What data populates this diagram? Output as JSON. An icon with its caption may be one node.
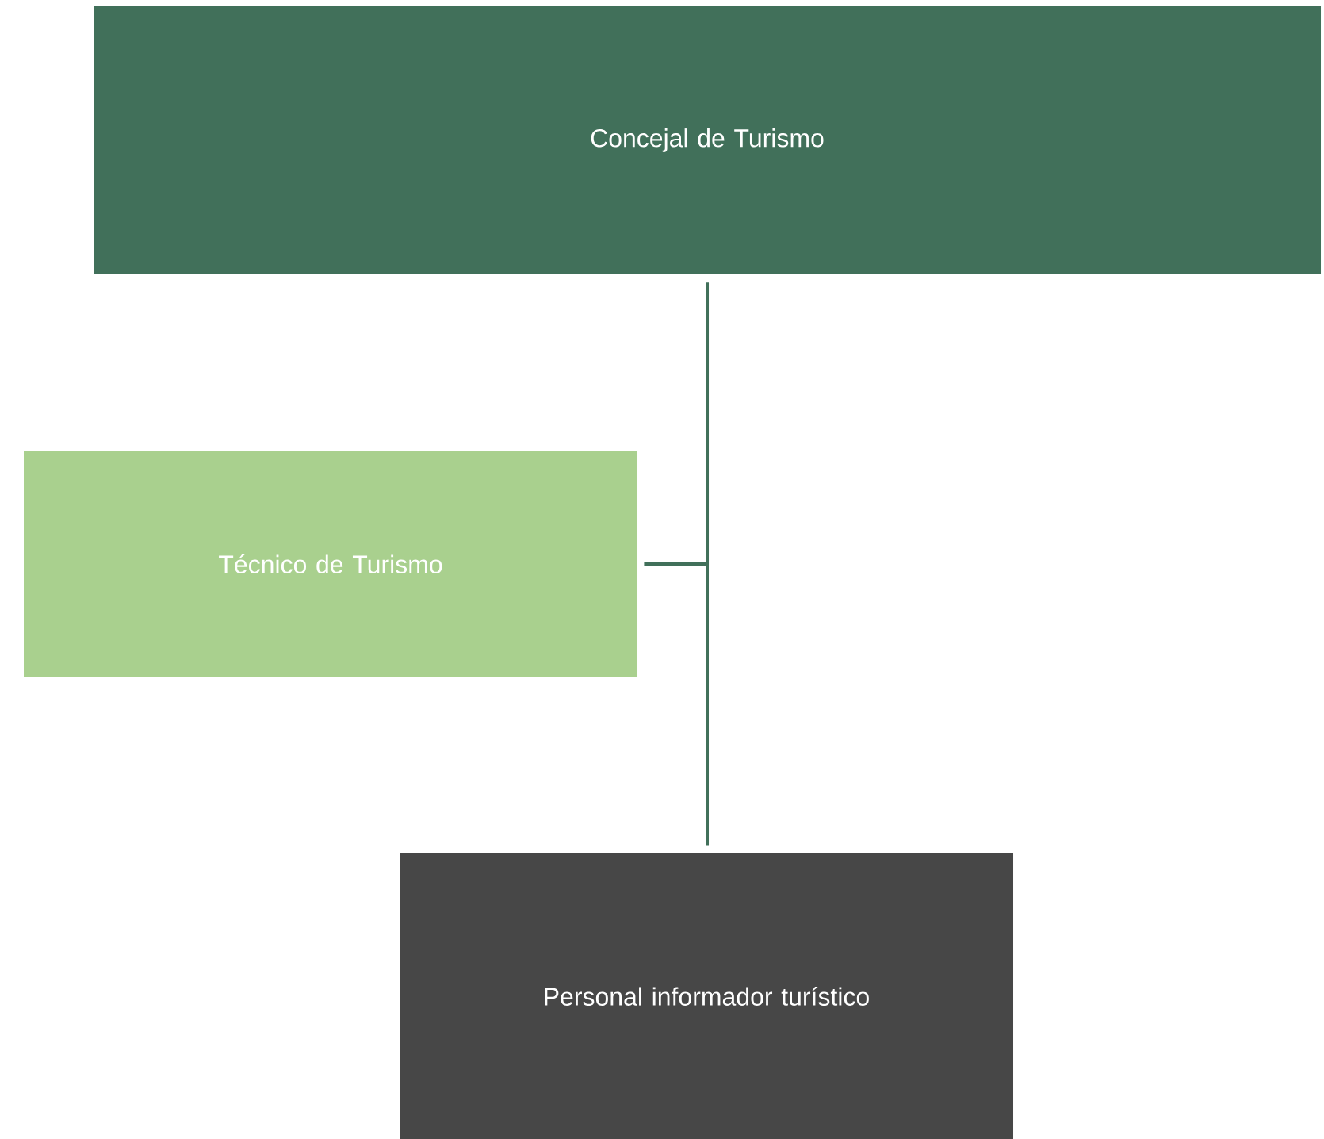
{
  "diagram": {
    "nodes": [
      {
        "text": [
          "Concejal de Turismo"
        ]
      },
      {
        "text": [
          "Técnico de Turismo"
        ]
      },
      {
        "text": [
          "Personal informador turístico"
        ]
      }
    ],
    "edges": [
      {
        "from": 0,
        "to": 1,
        "arrow": "none"
      },
      {
        "from": 0,
        "to": 2,
        "arrow": "none"
      }
    ]
  }
}
